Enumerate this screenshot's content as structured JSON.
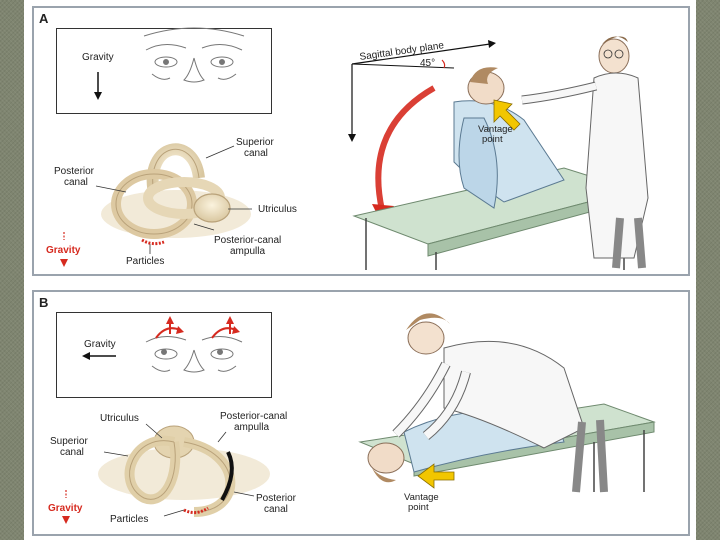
{
  "panel_a": {
    "letter": "A",
    "face_gravity": "Gravity",
    "superior_canal": [
      "Superior",
      "canal"
    ],
    "posterior_canal": [
      "Posterior",
      "canal"
    ],
    "utriculus": "Utriculus",
    "posterior_canal_ampulla": [
      "Posterior-canal",
      "ampulla"
    ],
    "particles": "Particles",
    "gravity_red": "Gravity",
    "sagittal_plane": "Sagittal body plane",
    "angle": "45°",
    "vantage_point": [
      "Vantage",
      "point"
    ]
  },
  "panel_b": {
    "letter": "B",
    "face_gravity": "Gravity",
    "utriculus": "Utriculus",
    "posterior_canal_ampulla": [
      "Posterior-canal",
      "ampulla"
    ],
    "superior_canal": [
      "Superior",
      "canal"
    ],
    "posterior_canal": [
      "Posterior",
      "canal"
    ],
    "particles": "Particles",
    "gravity_red": "Gravity",
    "vantage_point": [
      "Vantage",
      "point"
    ]
  },
  "colors": {
    "accent_red": "#d62a1f",
    "arrow_yellow": "#f2c600",
    "bone": "#e9dcc0",
    "table": "#cfe2cf"
  }
}
